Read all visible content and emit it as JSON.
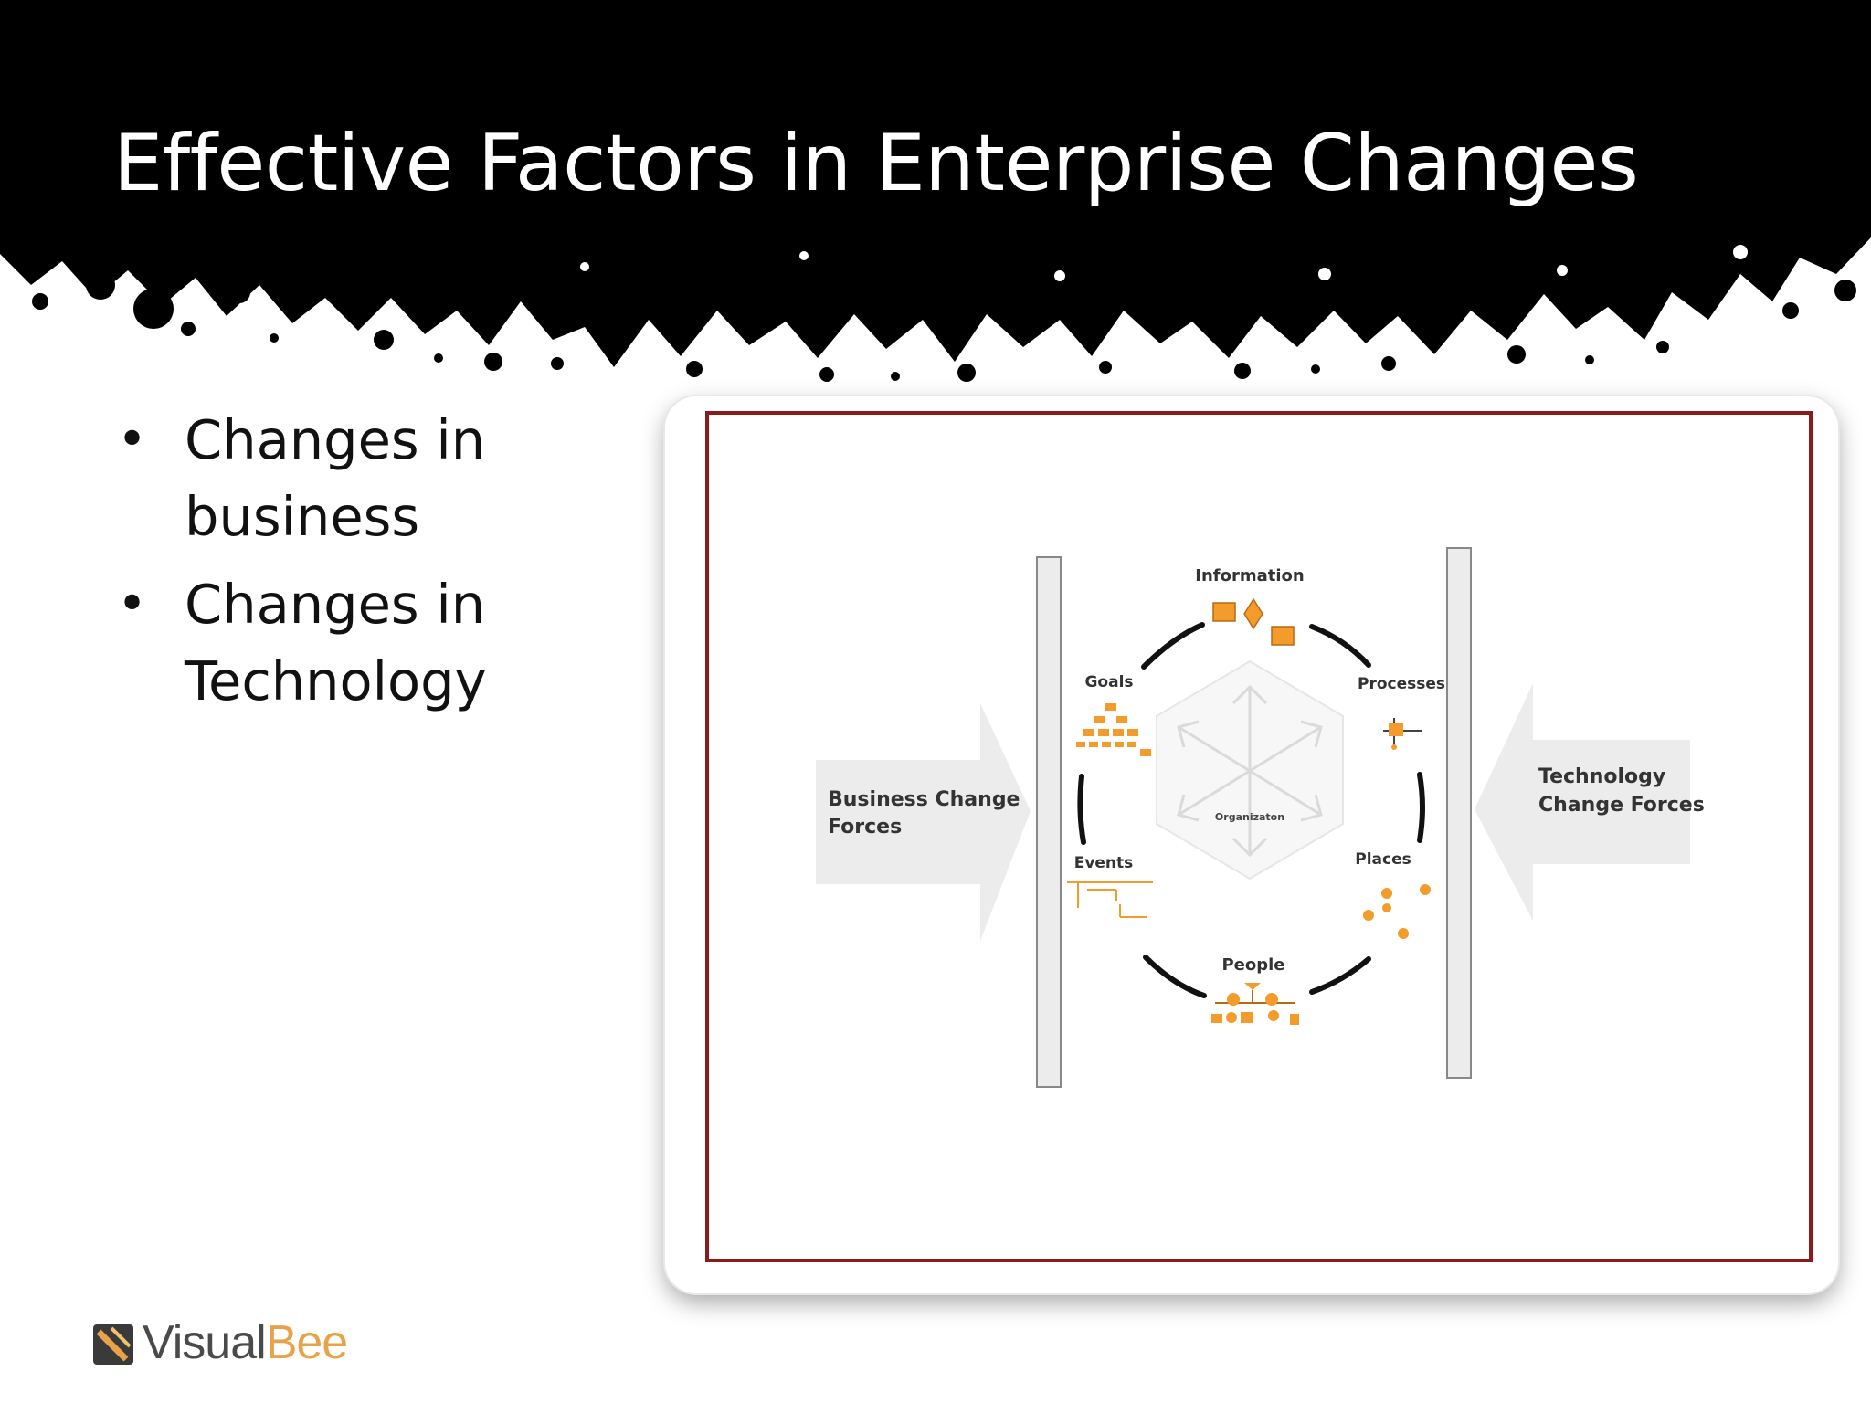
{
  "slide": {
    "title": "Effective Factors in Enterprise Changes",
    "bullets": [
      "Changes in business",
      "Changes in Technology"
    ]
  },
  "diagram": {
    "left_force": "Business Change Forces",
    "right_force": "Technology Change Forces",
    "center": "Organizaton",
    "nodes": {
      "information": "Information",
      "goals": "Goals",
      "processes": "Processes",
      "events": "Events",
      "places": "Places",
      "people": "People"
    }
  },
  "logo": {
    "text_main": "Visual",
    "text_accent": "Bee"
  },
  "colors": {
    "header": "#000000",
    "accent_orange": "#f39c2b",
    "frame_red": "#8b1a1a"
  }
}
